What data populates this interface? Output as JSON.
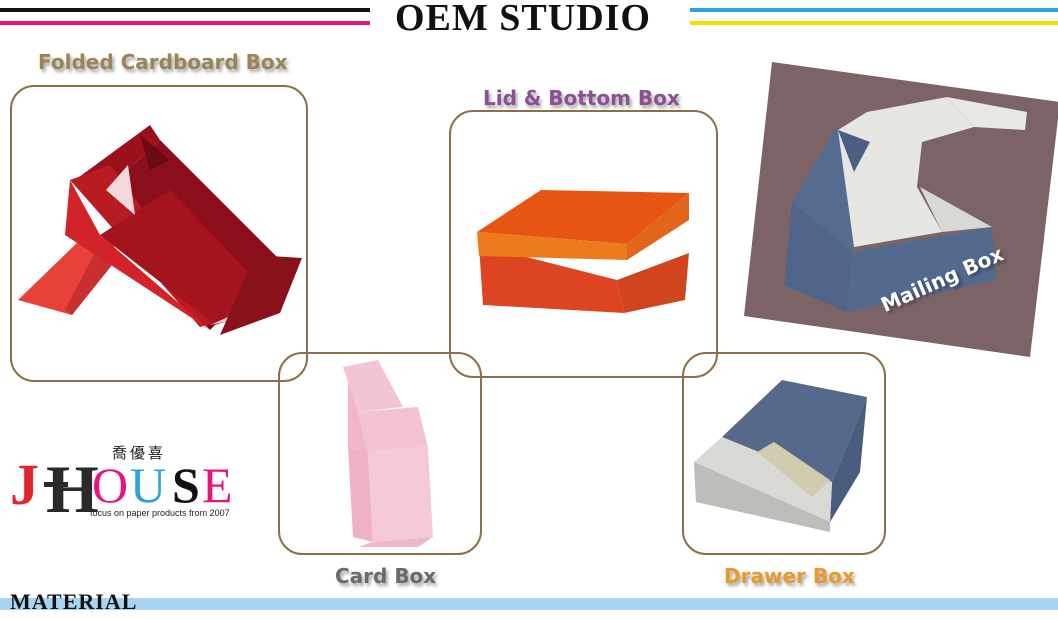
{
  "header": {
    "title": "OEM STUDIO"
  },
  "boxes": {
    "folded": "Folded Cardboard Box",
    "lid": "Lid & Bottom Box",
    "mailing": "Mailing Box",
    "card": "Card Box",
    "drawer": "Drawer Box"
  },
  "logo": {
    "wordmark": "JHOUSE",
    "chinese": "喬優喜",
    "tagline": "focus on paper products from 2007"
  },
  "footer": {
    "label": "MATERIAL"
  },
  "colors": {
    "frame": "#8a7149",
    "magenta": "#e8147e",
    "cyan": "#2aa3e0",
    "yellow": "#f5e000",
    "light_blue": "#a7d4f2"
  },
  "icons": [
    "folded-box-illustration",
    "lid-box-illustration",
    "mailing-box-illustration",
    "card-box-illustration",
    "drawer-box-illustration",
    "jhouse-logo"
  ]
}
